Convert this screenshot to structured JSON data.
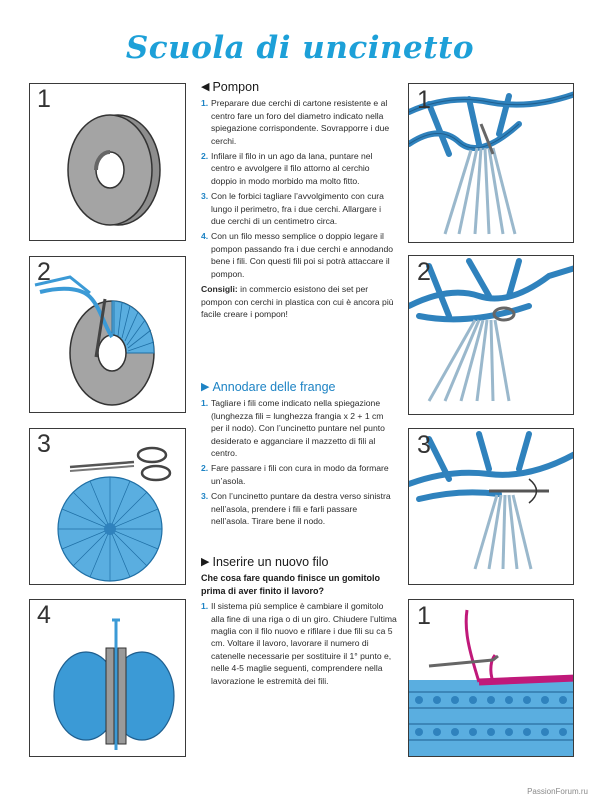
{
  "title": "Scuola di uncinetto",
  "left_panels": [
    "1",
    "2",
    "3",
    "4"
  ],
  "right_panels": [
    "1",
    "2",
    "3",
    "1"
  ],
  "section_pompon": {
    "heading": "Pompon",
    "steps": [
      {
        "n": "1.",
        "text": "Preparare due cerchi di cartone resistente e al centro fare un foro del diametro indicato nella spiegazione corrispondente. Sovrapporre i due cerchi."
      },
      {
        "n": "2.",
        "text": "Infilare il filo in un ago da lana, puntare nel centro e avvolgere il filo attorno al cerchio doppio in modo morbido ma molto fitto."
      },
      {
        "n": "3.",
        "text": "Con le forbici tagliare l’avvolgimento con cura lungo il perimetro, fra i due cerchi. Allargare i due cerchi di un centimetro circa."
      },
      {
        "n": "4.",
        "text": "Con un filo messo semplice o doppio legare il pompon passando fra i due cerchi e annodando bene i fili. Con questi fili poi si potrà attaccare il pompon."
      }
    ],
    "consigli_label": "Consigli:",
    "consigli_text": "in commercio esistono dei set per pompon con cerchi in plastica con cui è ancora più facile creare i pompon!"
  },
  "section_frange": {
    "heading": "Annodare delle frange",
    "steps": [
      {
        "n": "1.",
        "text": "Tagliare i fili come indicato nella spiegazione (lunghezza fili = lunghezza frangia x 2 + 1 cm per il nodo). Con l’uncinetto puntare nel punto desiderato e agganciare il mazzetto di fili al centro."
      },
      {
        "n": "2.",
        "text": "Fare passare i fili con cura in modo da formare un’asola."
      },
      {
        "n": "3.",
        "text": "Con l’uncinetto puntare da destra verso sinistra nell’asola, prendere i fili e farli passare nell’asola. Tirare bene il nodo."
      }
    ]
  },
  "section_filo": {
    "heading": "Inserire un nuovo filo",
    "question": "Che cosa fare quando finisce un gomitolo prima di aver finito il lavoro?",
    "steps": [
      {
        "n": "1.",
        "text": "Il sistema più semplice è cambiare il gomitolo alla fine di una riga o di un giro. Chiudere l’ultima maglia con il filo nuovo e rifilare i due fili su ca 5 cm. Voltare il lavoro, lavorare il numero di catenelle necessarie per sostituire il 1° punto e, nelle 4-5 maglie seguenti, comprendere nella lavorazione le estremità dei fili."
      }
    ]
  },
  "footer": "PassionForum.ru",
  "colors": {
    "accent": "#1da0d8",
    "yarn": "#3b9ad6",
    "magenta": "#c0197a",
    "disc": "#9a9a9a"
  }
}
